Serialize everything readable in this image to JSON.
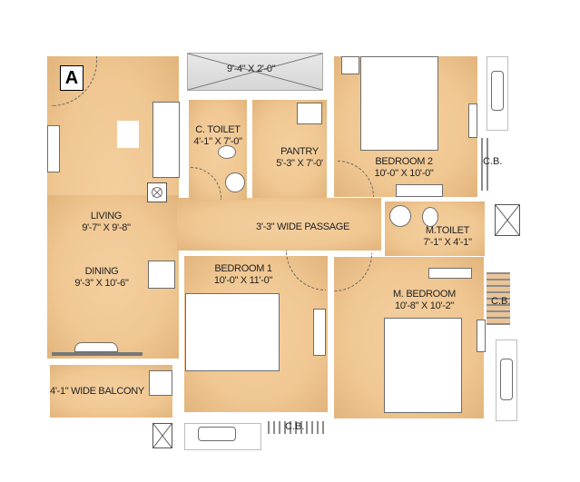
{
  "plan": {
    "unit_tag": "A",
    "rooms": [
      {
        "id": "living",
        "name": "LIVING",
        "dim": "9'-7\" X 9'-8\""
      },
      {
        "id": "dining",
        "name": "DINING",
        "dim": "9'-3\" X 10'-6\""
      },
      {
        "id": "c_toilet",
        "name": "C. TOILET",
        "dim": "4'-1\" X 7'-0\""
      },
      {
        "id": "pantry",
        "name": "PANTRY",
        "dim": "5'-3\" X 7'-0'"
      },
      {
        "id": "bedroom2",
        "name": "BEDROOM 2",
        "dim": "10'-0\" X 10'-0\""
      },
      {
        "id": "m_toilet",
        "name": "M.TOILET",
        "dim": "7'-1\" X 4'-1\""
      },
      {
        "id": "bedroom1",
        "name": "BEDROOM 1",
        "dim": "10'-0\" X 11'-0\""
      },
      {
        "id": "m_bedroom",
        "name": "M. BEDROOM",
        "dim": "10'-8\" X 10'-2\""
      },
      {
        "id": "balcony",
        "name": "4'-1\" WIDE BALCONY",
        "dim": ""
      },
      {
        "id": "passage",
        "name": "3'-3\" WIDE PASSAGE",
        "dim": ""
      },
      {
        "id": "duct",
        "name": "9'-4\" X 2'-0\"",
        "dim": ""
      }
    ],
    "cupboards": [
      "C.B.",
      "C.B.",
      "C.B."
    ],
    "colors": {
      "floor": "#f0c792",
      "wall": "#ffffff",
      "outline": "#6d6d6d"
    }
  }
}
